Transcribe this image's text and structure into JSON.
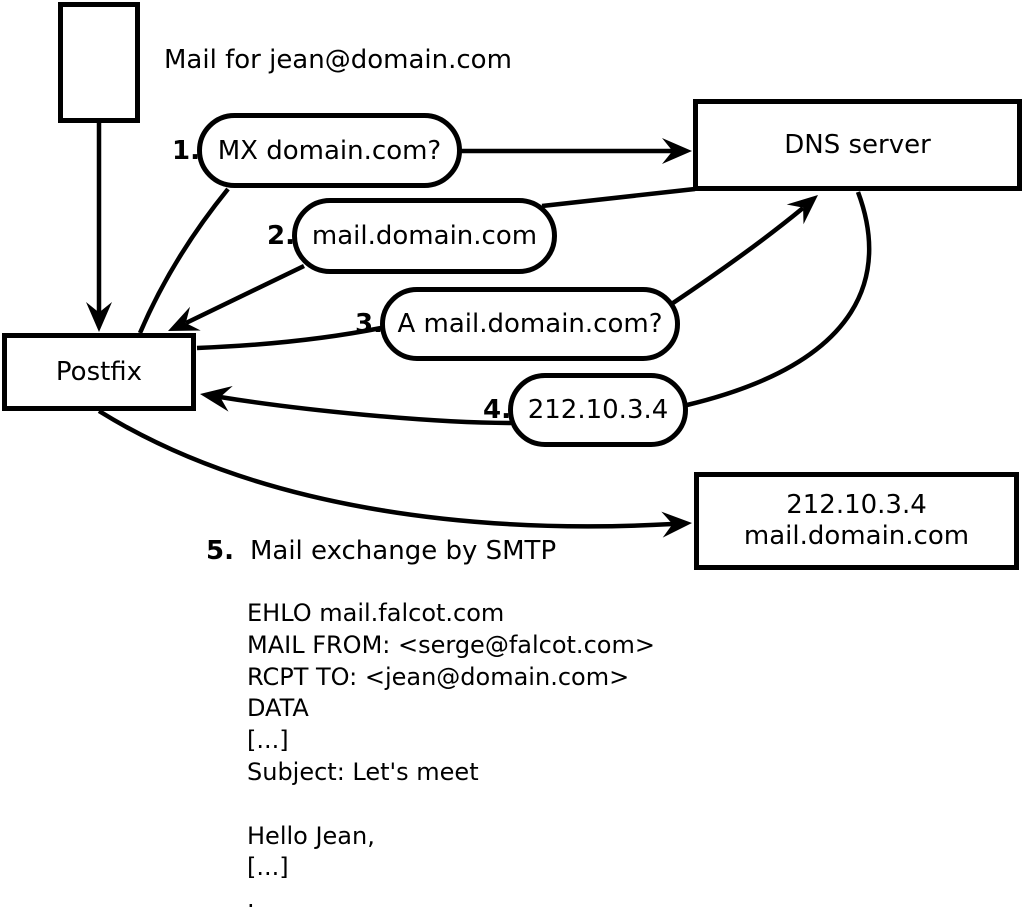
{
  "title_note": "Mail for jean@domain.com",
  "nodes": {
    "postfix": "Postfix",
    "dns_server": "DNS server",
    "mail_server_line1": "212.10.3.4",
    "mail_server_line2": "mail.domain.com"
  },
  "steps": [
    {
      "num": "1.",
      "label": "MX domain.com?"
    },
    {
      "num": "2.",
      "label": "mail.domain.com"
    },
    {
      "num": "3.",
      "label": "A mail.domain.com?"
    },
    {
      "num": "4.",
      "label": "212.10.3.4"
    },
    {
      "num": "5.",
      "label": "Mail exchange by SMTP"
    }
  ],
  "smtp_transcript": "EHLO mail.falcot.com\nMAIL FROM: <serge@falcot.com>\nRCPT TO: <jean@domain.com>\nDATA\n[...]\nSubject: Let's meet\n\nHello Jean,\n[...]\n.",
  "colors": {
    "ink": "#000000",
    "background": "#ffffff"
  }
}
